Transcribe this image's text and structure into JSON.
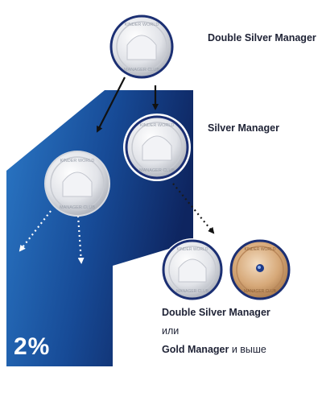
{
  "labels": {
    "top_rank": "Double Silver Manager",
    "second_rank": "Silver Manager",
    "target_rank_1": "Double Silver Manager",
    "or_word": "или",
    "target_rank_2": "Gold Manager",
    "target_rank_2_suffix": "и выше"
  },
  "bonus_percent": "2%",
  "badge_text": {
    "top_line": "KINDER WORLD",
    "bottom_line": "MANAGER CLUB"
  },
  "colors": {
    "panel_dark": "#102a6a",
    "panel_light": "#2066b5",
    "silver": "#d9dbe0",
    "gold": "#c9945a",
    "ring": "#1b2f73",
    "arrow": "#111111",
    "dotted_arrow_white": "#ffffff",
    "dotted_arrow_dark": "#1a1a1a"
  }
}
